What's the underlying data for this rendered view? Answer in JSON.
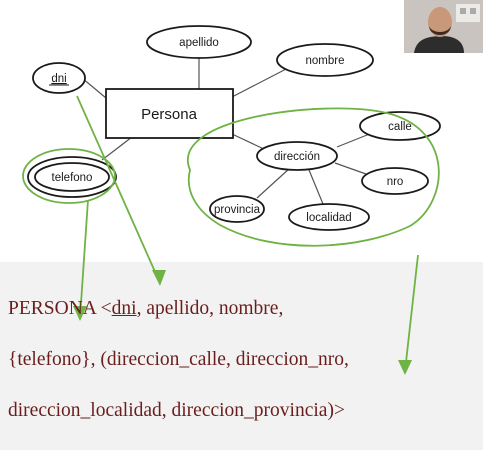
{
  "diagram": {
    "entity": "Persona",
    "attributes": {
      "apellido": "apellido",
      "nombre": "nombre",
      "dni": "dni",
      "telefono": "telefono",
      "direccion": "dirección",
      "calle": "calle",
      "nro": "nro",
      "localidad": "localidad",
      "provincia": "provincia"
    },
    "highlight_color": "#6fb344",
    "arrow_color": "#6fb344"
  },
  "schema": {
    "line1": {
      "prefix": "PERSONA <",
      "key": "dni",
      "rest": ", apellido, nombre,"
    },
    "line2": "{telefono}, (direccion_calle, direccion_nro,",
    "line3": "direccion_localidad, direccion_provincia)>",
    "text_color": "#6a1d1d"
  },
  "webcam": {
    "icon": "person-webcam-icon"
  }
}
